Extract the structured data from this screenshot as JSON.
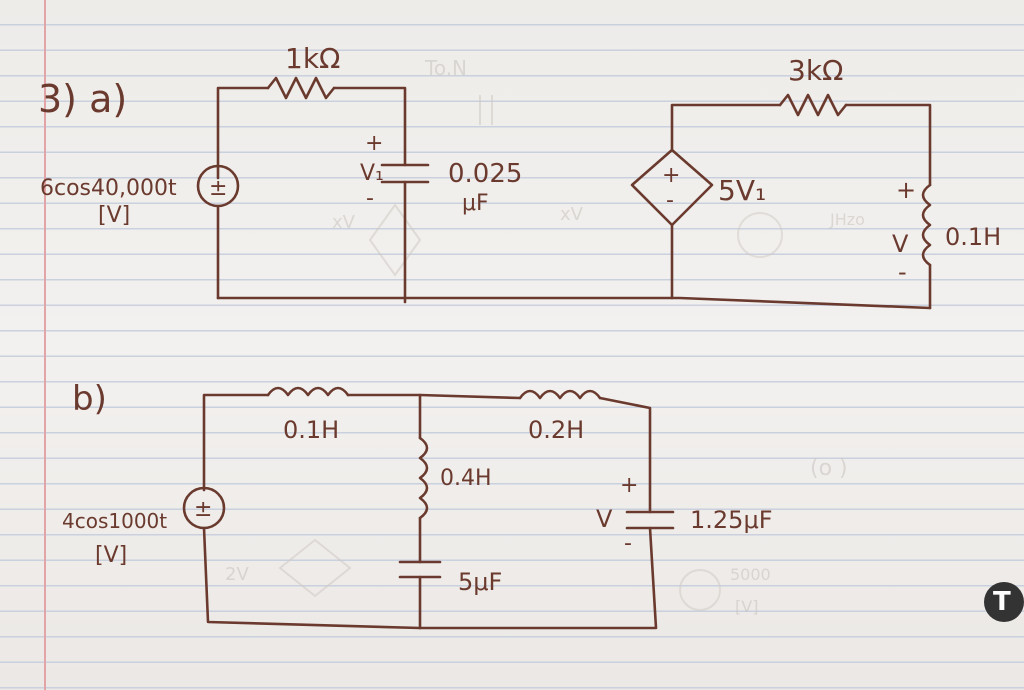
{
  "part_a": {
    "problem_label": "3) a)",
    "source_expr": "6cos40,000t",
    "source_unit": "[V]",
    "source_polarity": "±",
    "r1_label": "1kΩ",
    "c1_value": "0.025",
    "c1_unit": "μF",
    "v1_plus": "+",
    "v1_label": "V₁",
    "v1_minus": "-",
    "dep_source_plus": "+",
    "dep_source_minus": "-",
    "dep_source_gain": "5V₁",
    "r2_label": "3kΩ",
    "l1_label": "0.1H",
    "v_plus": "+",
    "v_label": "V",
    "v_minus": "-"
  },
  "part_b": {
    "problem_label": "b)",
    "source_expr": "4cos1000t",
    "source_unit": "[V]",
    "source_polarity": "±",
    "l1_label": "0.1H",
    "l2_label": "0.2H",
    "l3_label": "0.4H",
    "c1_label": "5μF",
    "c2_label": "1.25μF",
    "v_plus": "+",
    "v_label": "V",
    "v_minus": "-"
  },
  "colors": {
    "ink": "#6b3a2e",
    "ruled_line": "#c9d0de",
    "margin_line": "#e3a4a8",
    "paper": "#f1eeeb"
  },
  "brand_badge_icon": "tutor-logo-icon",
  "brand_badge_glyph": "T"
}
